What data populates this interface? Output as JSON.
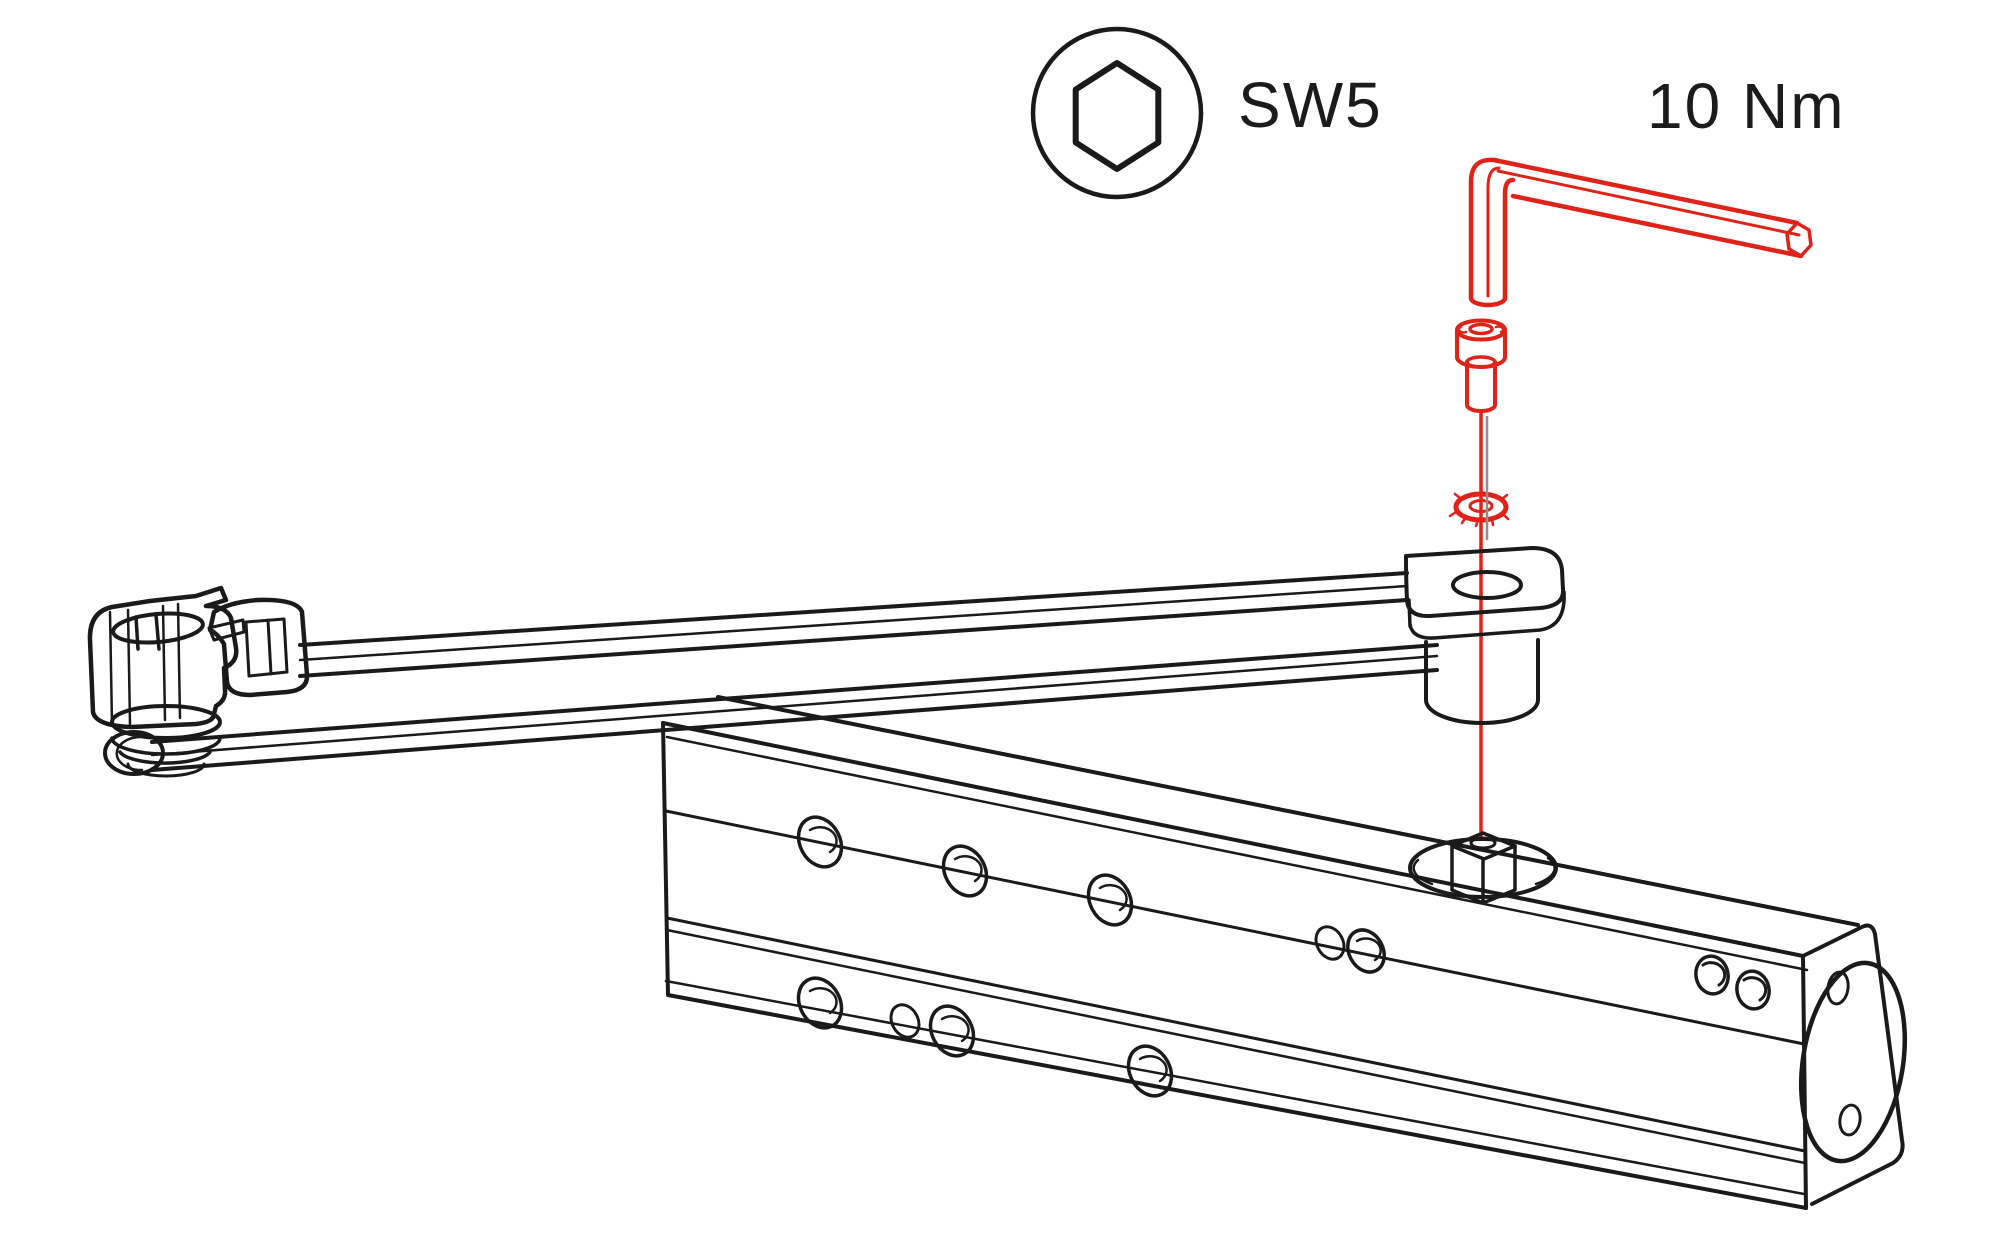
{
  "labels": {
    "wrench_size": "SW5",
    "torque": "10 Nm"
  },
  "colors": {
    "line": "#1a1a1a",
    "accent_red": "#df2318",
    "background": "#ffffff"
  },
  "icons": [
    {
      "name": "hex-socket-icon",
      "meaning": "5 mm hex socket drive symbol"
    },
    {
      "name": "allen-key-icon",
      "meaning": "hex key highlighted red"
    },
    {
      "name": "socket-screw-icon",
      "meaning": "cylinder-head socket screw highlighted red"
    },
    {
      "name": "lock-washer-icon",
      "meaning": "serrated lock washer highlighted red"
    }
  ],
  "parts": {
    "tool": "hex key SW5",
    "fastener": "socket head cap screw",
    "washer": "toothed lock washer",
    "assembly": "door closer body with pinion and link arm with adjustable shoe"
  }
}
